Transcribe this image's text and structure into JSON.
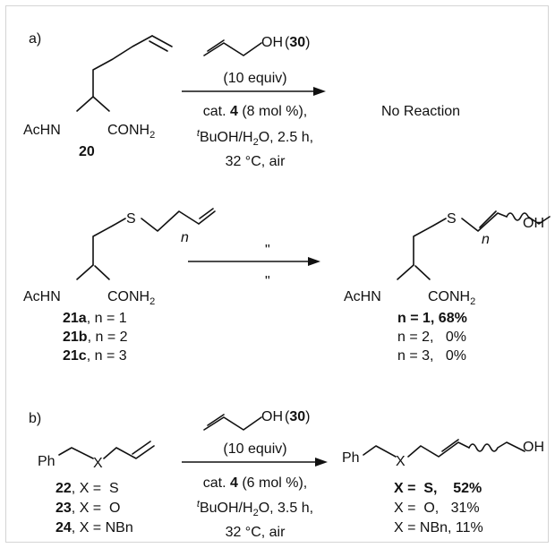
{
  "colors": {
    "ink": "#111111",
    "frame": "#d4d4d4",
    "background": "#ffffff"
  },
  "part_a": {
    "label": "a)",
    "row1": {
      "substrate": {
        "left_group": "AcHN",
        "amide": "CONH",
        "amide_sub": "2",
        "number": "20"
      },
      "reagent": {
        "oh": "OH",
        "num_open": "(",
        "num": "30",
        "num_close": ")"
      },
      "conditions": {
        "equiv": "(10 equiv)",
        "cat_prefix": "cat. ",
        "cat_num": "4",
        "cat_suffix": " (8 mol %),",
        "t_sup": "t",
        "solvent": "BuOH/H",
        "solvent_sub": "2",
        "solvent_suffix": "O, 2.5 h,",
        "temp": "32 °C, air"
      },
      "result": "No Reaction"
    },
    "row2": {
      "substrate": {
        "s_atom": "S",
        "n_sub": "n",
        "left_group": "AcHN",
        "amide": "CONH",
        "amide_sub": "2",
        "entries": [
          {
            "num": "21a",
            "text": ", n = 1"
          },
          {
            "num": "21b",
            "text": ", n = 2"
          },
          {
            "num": "21c",
            "text": ", n = 3"
          }
        ]
      },
      "ditto_top": "\"",
      "ditto_bottom": "\"",
      "product": {
        "s_atom": "S",
        "n_sub": "n",
        "oh": "OH",
        "left_group": "AcHN",
        "amide": "CONH",
        "amide_sub": "2",
        "yields": [
          "n = 1, 68%",
          "n = 2,   0%",
          "n = 3,   0%"
        ]
      }
    }
  },
  "part_b": {
    "label": "b)",
    "substrate": {
      "ph": "Ph",
      "x": "X",
      "entries": [
        {
          "num": "22",
          "text": ", X =  S"
        },
        {
          "num": "23",
          "text": ", X =  O"
        },
        {
          "num": "24",
          "text": ", X = NBn"
        }
      ]
    },
    "reagent": {
      "oh": "OH",
      "num_open": "(",
      "num": "30",
      "num_close": ")"
    },
    "conditions": {
      "equiv": "(10 equiv)",
      "cat_prefix": "cat. ",
      "cat_num": "4",
      "cat_suffix": " (6 mol %),",
      "t_sup": "t",
      "solvent": "BuOH/H",
      "solvent_sub": "2",
      "solvent_suffix": "O, 3.5 h,",
      "temp": "32 °C, air"
    },
    "product": {
      "ph": "Ph",
      "x": "X",
      "oh": "OH",
      "yields": [
        "X =  S,    52%",
        "X =  O,   31%",
        "X = NBn, 11%"
      ]
    }
  }
}
